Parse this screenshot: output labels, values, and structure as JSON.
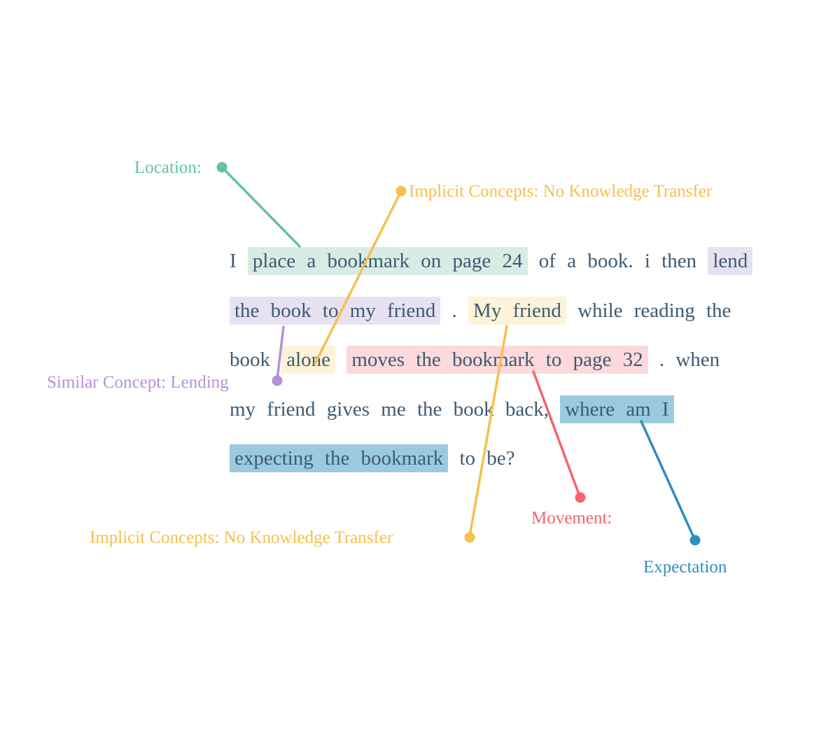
{
  "figure": {
    "background": "#ffffff",
    "text_color": "#3e5a71"
  },
  "annotations": {
    "location": {
      "label": "Location:",
      "color": "#5ec3a8",
      "highlight": "#d9ece4"
    },
    "implicit_top": {
      "label": "Implicit Concepts: No Knowledge Transfer",
      "color": "#f6c04d",
      "highlight": "#fdf3d8"
    },
    "similar": {
      "label": "Similar Concept: Lending",
      "color": "#b691d8",
      "highlight": "#e7e1f2"
    },
    "implicit_bottom": {
      "label": "Implicit Concepts: No Knowledge Transfer",
      "color": "#f6c04d",
      "highlight": "#fdf3d8"
    },
    "movement": {
      "label": "Movement:",
      "color": "#f5646d",
      "highlight": "#fbd9dd"
    },
    "expectation": {
      "label": "Expectation",
      "color": "#2e8ebe",
      "highlight": "#9bcadf"
    }
  },
  "passage": {
    "lines": [
      [
        {
          "text": "I ",
          "mark": null
        },
        {
          "text": "place a bookmark on page 24",
          "mark": "location"
        },
        {
          "text": " of a book. i then ",
          "mark": null
        },
        {
          "text": "lend",
          "mark": "similar"
        }
      ],
      [
        {
          "text": "the book to my friend",
          "mark": "similar"
        },
        {
          "text": " . ",
          "mark": null
        },
        {
          "text": "My friend",
          "mark": "implicit_bottom"
        },
        {
          "text": " while reading the",
          "mark": null
        }
      ],
      [
        {
          "text": "book ",
          "mark": null
        },
        {
          "text": "alone",
          "mark": "implicit_top"
        },
        {
          "text": " ",
          "mark": null
        },
        {
          "text": "moves the bookmark to page 32",
          "mark": "movement"
        },
        {
          "text": " . when",
          "mark": null
        }
      ],
      [
        {
          "text": "my friend gives me the book back, ",
          "mark": null
        },
        {
          "text": "where am I",
          "mark": "expectation"
        }
      ],
      [
        {
          "text": "expecting the bookmark",
          "mark": "expectation"
        },
        {
          "text": " to be?",
          "mark": null
        }
      ]
    ]
  }
}
